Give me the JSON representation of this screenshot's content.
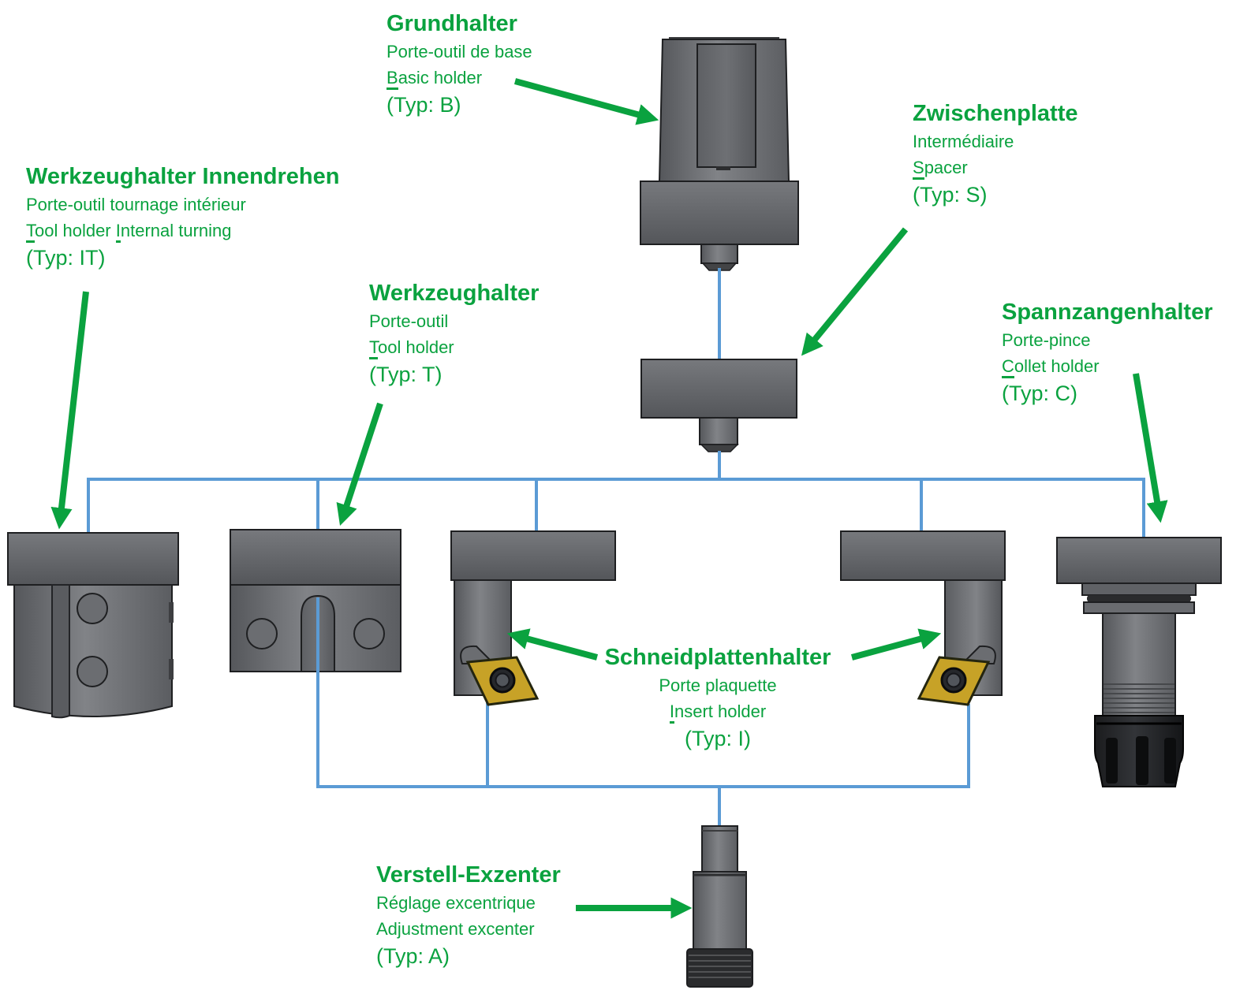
{
  "colors": {
    "accent_green": "#0aa23f",
    "connector_blue": "#5b9bd5",
    "insert_gold": "#c7a227",
    "body_gray": "#6e7074"
  },
  "labels": {
    "grundhalter": {
      "title": "Grundhalter",
      "fr": "Porte-outil de base",
      "en": [
        {
          "t": "B",
          "u": true
        },
        {
          "t": "asic holder",
          "u": false
        }
      ],
      "typ": "(Typ: B)"
    },
    "werkzeughalter_innendrehen": {
      "title": "Werkzeughalter Innendrehen",
      "fr": "Porte-outil tournage intérieur",
      "en": [
        {
          "t": "T",
          "u": true
        },
        {
          "t": "ool holder ",
          "u": false
        },
        {
          "t": "I",
          "u": true
        },
        {
          "t": "nternal turning",
          "u": false
        }
      ],
      "typ": "(Typ: IT)"
    },
    "zwischenplatte": {
      "title": "Zwischenplatte",
      "fr": "Intermédiaire",
      "en": [
        {
          "t": "S",
          "u": true
        },
        {
          "t": "pacer",
          "u": false
        }
      ],
      "typ": "(Typ: S)"
    },
    "werkzeughalter": {
      "title": "Werkzeughalter",
      "fr": "Porte-outil",
      "en": [
        {
          "t": "T",
          "u": true
        },
        {
          "t": "ool holder",
          "u": false
        }
      ],
      "typ": "(Typ: T)"
    },
    "spannzangenhalter": {
      "title": "Spannzangenhalter",
      "fr": "Porte-pince",
      "en": [
        {
          "t": "C",
          "u": true
        },
        {
          "t": "ollet holder",
          "u": false
        }
      ],
      "typ": "(Typ: C)"
    },
    "schneidplattenhalter": {
      "title": "Schneidplattenhalter",
      "fr": "Porte plaquette",
      "en": [
        {
          "t": "I",
          "u": true
        },
        {
          "t": "nsert holder",
          "u": false
        }
      ],
      "typ": "(Typ: I)"
    },
    "verstell_exzenter": {
      "title": "Verstell-Exzenter",
      "fr": "Réglage excentrique",
      "en": [
        {
          "t": "Adjustment excenter",
          "u": false
        }
      ],
      "typ": "(Typ: A)"
    }
  },
  "components": [
    "basic-holder",
    "spacer",
    "internal-turning-holder",
    "tool-holder",
    "insert-holder-left",
    "insert-holder-right",
    "collet-holder",
    "adjustment-excenter"
  ]
}
